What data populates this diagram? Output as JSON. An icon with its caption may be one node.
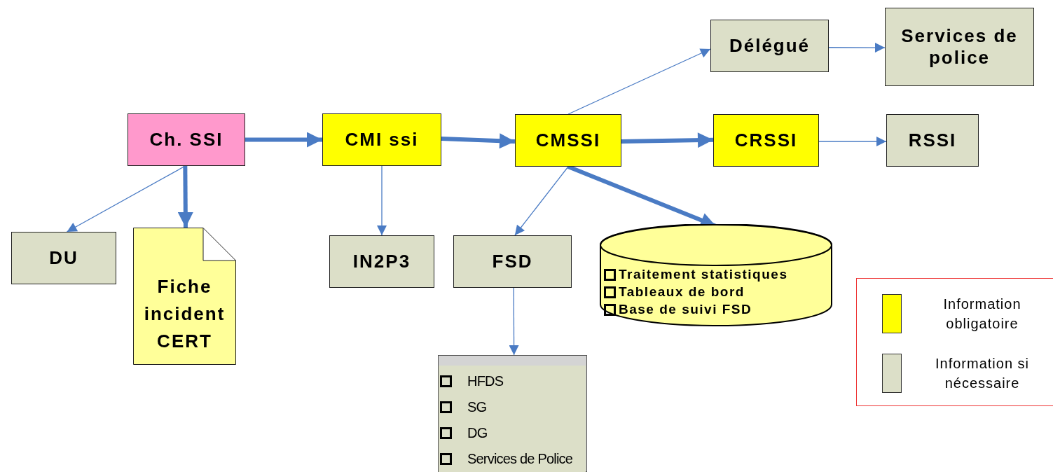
{
  "diagram": {
    "nodes": [
      {
        "text": [
          "Ch. SSI"
        ]
      },
      {
        "text": [
          "CMI ssi"
        ]
      },
      {
        "text": [
          "CMSSI"
        ]
      },
      {
        "text": [
          "CRSSI"
        ]
      },
      {
        "text": [
          "RSSI"
        ]
      },
      {
        "text": [
          "Délégué"
        ]
      },
      {
        "text": [
          "Services de police"
        ]
      },
      {
        "text": [
          "DU"
        ]
      },
      {
        "text": [
          "Fiche incident CERT"
        ]
      },
      {
        "text": [
          "IN2P3"
        ]
      },
      {
        "text": [
          "FSD"
        ]
      },
      {
        "text": [
          "Traitement statistiques",
          "Tableaux de bord",
          "Base de suivi FSD"
        ]
      },
      {
        "text": [
          "HFDS",
          "SG",
          "DG",
          "Services de Police"
        ]
      }
    ],
    "edges": [
      {
        "from": 0,
        "to": 1,
        "arrow": "to",
        "style": "thick"
      },
      {
        "from": 1,
        "to": 2,
        "arrow": "to",
        "style": "thick"
      },
      {
        "from": 2,
        "to": 3,
        "arrow": "to",
        "style": "thick"
      },
      {
        "from": 3,
        "to": 4,
        "arrow": "to"
      },
      {
        "from": 2,
        "to": 5,
        "arrow": "to"
      },
      {
        "from": 5,
        "to": 6,
        "arrow": "to"
      },
      {
        "from": 0,
        "to": 7,
        "arrow": "to"
      },
      {
        "from": 0,
        "to": 8,
        "arrow": "to",
        "style": "thick"
      },
      {
        "from": 1,
        "to": 9,
        "arrow": "to"
      },
      {
        "from": 2,
        "to": 10,
        "arrow": "to"
      },
      {
        "from": 2,
        "to": 11,
        "arrow": "to",
        "style": "thick"
      },
      {
        "from": 10,
        "to": 12,
        "arrow": "to"
      }
    ],
    "legend": [
      {
        "text": "Information obligatoire",
        "color": "#ffff00"
      },
      {
        "text": "Information si nécessaire",
        "color": "#dcdfc8"
      }
    ]
  }
}
